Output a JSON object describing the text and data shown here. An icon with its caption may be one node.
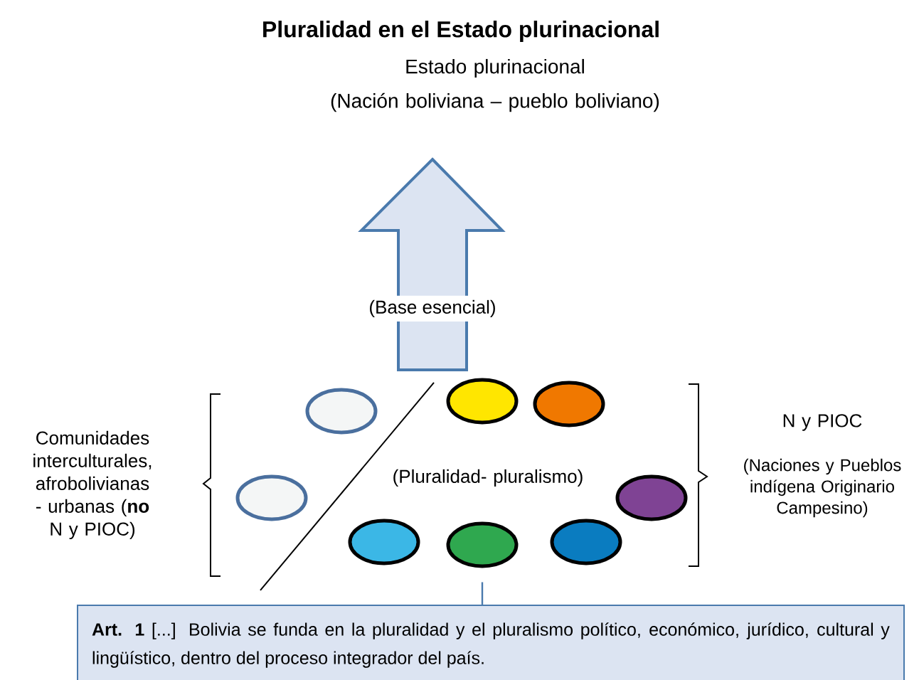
{
  "diagram": {
    "title": "Pluralidad en el Estado plurinacional",
    "nodes": [
      {
        "text": [
          "(Base esencial)"
        ]
      },
      {
        "text": [],
        "shape": "ellipse"
      },
      {
        "text": [],
        "shape": "ellipse"
      },
      {
        "text": [],
        "shape": "ellipse"
      },
      {
        "text": [],
        "shape": "ellipse"
      },
      {
        "text": [],
        "shape": "ellipse"
      },
      {
        "text": [],
        "shape": "ellipse"
      },
      {
        "text": [],
        "shape": "ellipse"
      },
      {
        "text": [],
        "shape": "ellipse"
      },
      {
        "text": [
          "**Art. 1** [...] Bolivia se funda en la pluralidad y el pluralismo político, económico, jurídico, cultural y lingüístico, dentro del proceso integrador del país."
        ]
      }
    ],
    "edges": [
      {
        "from": 7,
        "to": 9,
        "arrow": "none"
      }
    ],
    "labels": [
      "Estado plurinacional",
      "(Nación boliviana – pueblo boliviano)",
      "Comunidades interculturales, afrobolivianas - urbanas (**no** N y PIOC)",
      "(Pluralidad- pluralismo)",
      "N y PIOC",
      "(Naciones y Pueblos indígena Originario Campesino)"
    ]
  }
}
